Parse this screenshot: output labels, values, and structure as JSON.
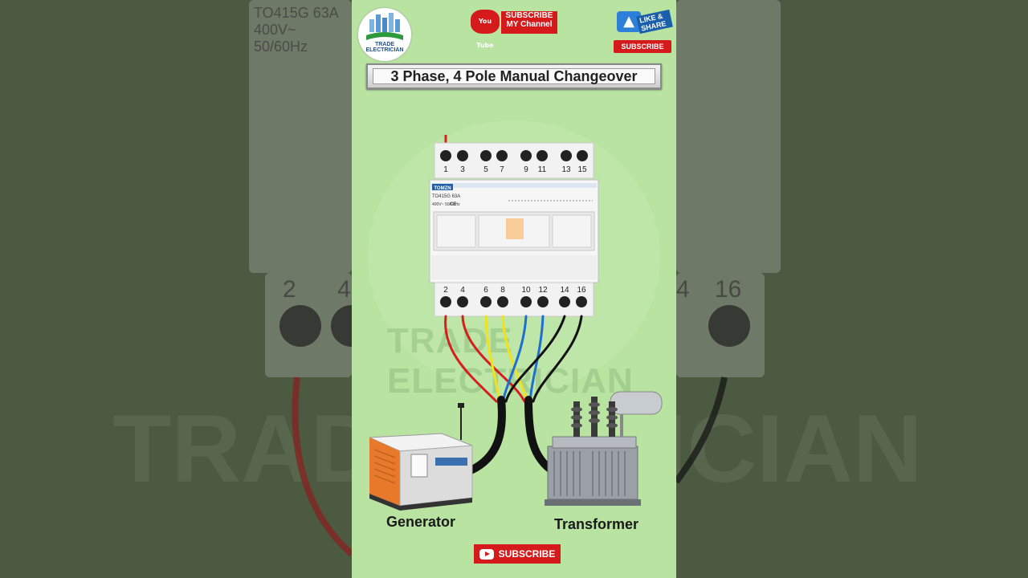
{
  "panel": {
    "title": "3 Phase, 4 Pole Manual Changeover",
    "logo_text": "TRADE ELECTRICIAN",
    "watermark": "TRADE ELECTRICIAN",
    "subscribe_top": {
      "badge": "You Tube",
      "line1": "SUBSCRIBE",
      "line2": "MY Channel"
    },
    "like_share": {
      "text": "LIKE & SHARE",
      "subscribe": "SUBSCRIBE"
    },
    "subscribe_bottom": "SUBSCRIBE"
  },
  "switch": {
    "brand": "TOMZN",
    "model": "TO415G 63A",
    "rating": "400V~ 50/60Hz",
    "ce": "CE",
    "top_terminals": [
      "1",
      "3",
      "5",
      "7",
      "9",
      "11",
      "13",
      "15"
    ],
    "bottom_terminals": [
      "2",
      "4",
      "6",
      "8",
      "10",
      "12",
      "14",
      "16"
    ]
  },
  "devices": {
    "generator_label": "Generator",
    "transformer_label": "Transformer"
  },
  "background": {
    "left_numbers": [
      "2",
      "4"
    ],
    "right_numbers": [
      "4",
      "16"
    ],
    "big_text_left": "TRAD",
    "big_text_right": "ICIAN",
    "top_left_rating": "400V~ 50/60Hz",
    "top_left_model": "TO415G 63A"
  },
  "colors": {
    "panel_bg": "#b8e3a1",
    "wire_red": "#d61f1f",
    "wire_yellow": "#f2e21a",
    "wire_blue": "#1e6fd0",
    "wire_black": "#111111",
    "generator_orange": "#e8782a"
  }
}
